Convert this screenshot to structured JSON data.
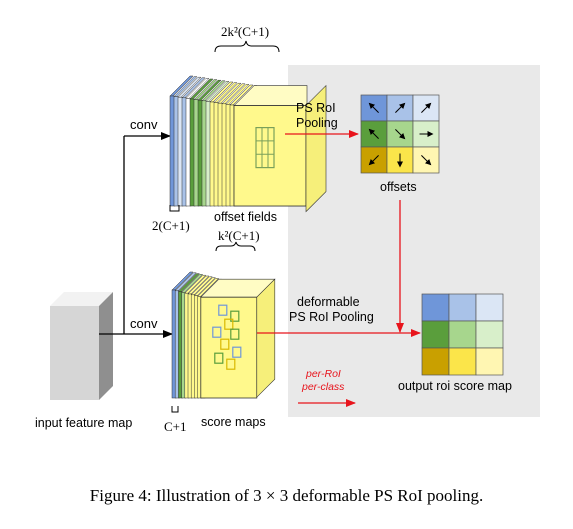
{
  "labels": {
    "top_width": "2k²(C+1)",
    "top_depth": "2(C+1)",
    "offset_fields": "offset fields",
    "conv_top": "conv",
    "conv_bottom": "conv",
    "ps_roi_pooling_line1": "PS RoI",
    "ps_roi_pooling_line2": "Pooling",
    "offsets": "offsets",
    "bottom_width": "k²(C+1)",
    "bottom_depth": "C+1",
    "score_maps": "score maps",
    "deformable_line1": "deformable",
    "deformable_line2": "PS RoI Pooling",
    "output_roi_score_map": "output roi score map",
    "input_feature_map": "input feature map",
    "per_roi": "per-RoI",
    "per_class": "per-class"
  },
  "caption": "Figure 4: Illustration of 3 × 3 deformable PS RoI pooling.",
  "colors": {
    "gray_panel": "#e9e9e9",
    "arrow_red": "#e8141c",
    "slab_yellow": "#fff98c",
    "grid_row1": [
      "#6f96d9",
      "#a9c2e8",
      "#dbe6f5"
    ],
    "grid_row2": [
      "#5a9e3c",
      "#a7d68d",
      "#d8efca"
    ],
    "grid_row3": [
      "#c9a000",
      "#fbe54a",
      "#fff6b2"
    ]
  },
  "offset_arrows": [
    [
      "nw",
      "ne",
      "ne"
    ],
    [
      "nw",
      "se",
      "e"
    ],
    [
      "sw",
      "s",
      "se"
    ]
  ]
}
